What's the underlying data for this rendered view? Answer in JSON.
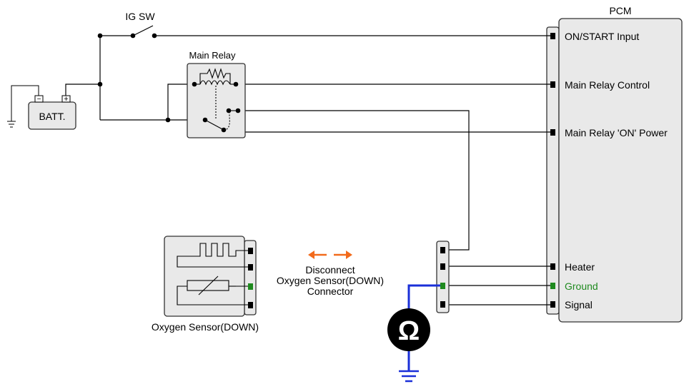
{
  "ig_sw_label": "IG SW",
  "main_relay_label": "Main Relay",
  "battery_label": "BATT.",
  "battery_neg_symbol": "−",
  "battery_pos_symbol": "+",
  "pcm": {
    "title": "PCM",
    "pins": {
      "on_start": "ON/START Input",
      "main_relay_control": "Main Relay Control",
      "main_relay_on_power": "Main Relay 'ON' Power",
      "heater": "Heater",
      "ground": "Ground",
      "signal": "Signal"
    }
  },
  "oxygen_sensor_label": "Oxygen Sensor(DOWN)",
  "instruction": {
    "line1": "Disconnect",
    "line2": "Oxygen Sensor(DOWN)",
    "line3": "Connector"
  },
  "ohmmeter_symbol": "Ω",
  "colors": {
    "wire": "#000000",
    "test_lead": "#1a2fd8",
    "ground_pin": "#1f8a1f",
    "arrow": "#f26a1b",
    "panel_fill": "#e9e9e9",
    "panel_stroke": "#333333"
  }
}
